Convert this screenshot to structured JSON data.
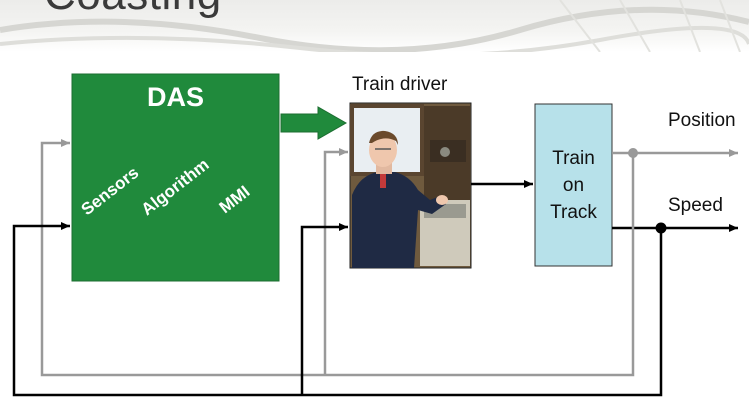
{
  "header": {
    "title": "Coasting"
  },
  "diagram": {
    "das": {
      "title": "DAS",
      "items": [
        "Sensors",
        "Algorithm",
        "MMI"
      ]
    },
    "driver": {
      "label": "Train driver"
    },
    "train": {
      "lines": [
        "Train",
        "on",
        "Track"
      ]
    },
    "outputs": {
      "position": "Position",
      "speed": "Speed"
    },
    "colors": {
      "das_fill": "#208a3c",
      "train_fill": "#b7e1ea",
      "position_line": "#999999",
      "speed_line": "#000000"
    }
  }
}
